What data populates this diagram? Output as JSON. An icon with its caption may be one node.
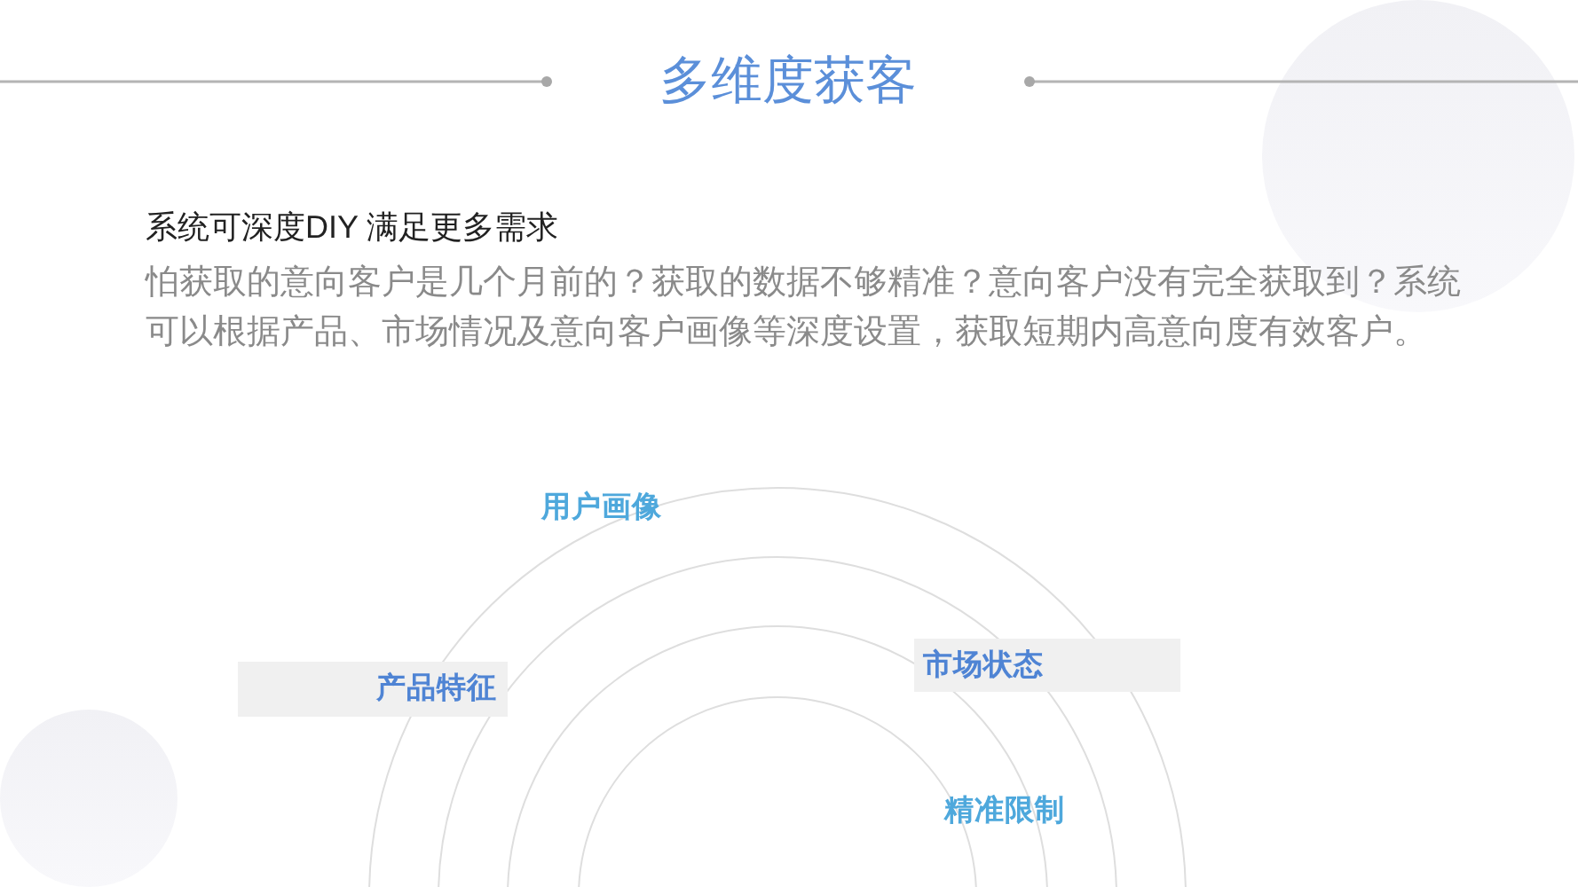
{
  "diagram": {
    "title": "多维度获客",
    "nodes": [
      {
        "text": [
          "产品特征"
        ]
      },
      {
        "text": [
          "市场状态"
        ]
      }
    ],
    "labels": [
      "系统可深度DIY 满足更多需求",
      "怕获取的意向客户是几个月前的？获取的数据不够精准？意向客户没有完全获取到？系统可以根据产品、市场情况及意向客户画像等深度设置，获取短期内高意向度有效客户。",
      "用户画像",
      "精准限制"
    ]
  }
}
